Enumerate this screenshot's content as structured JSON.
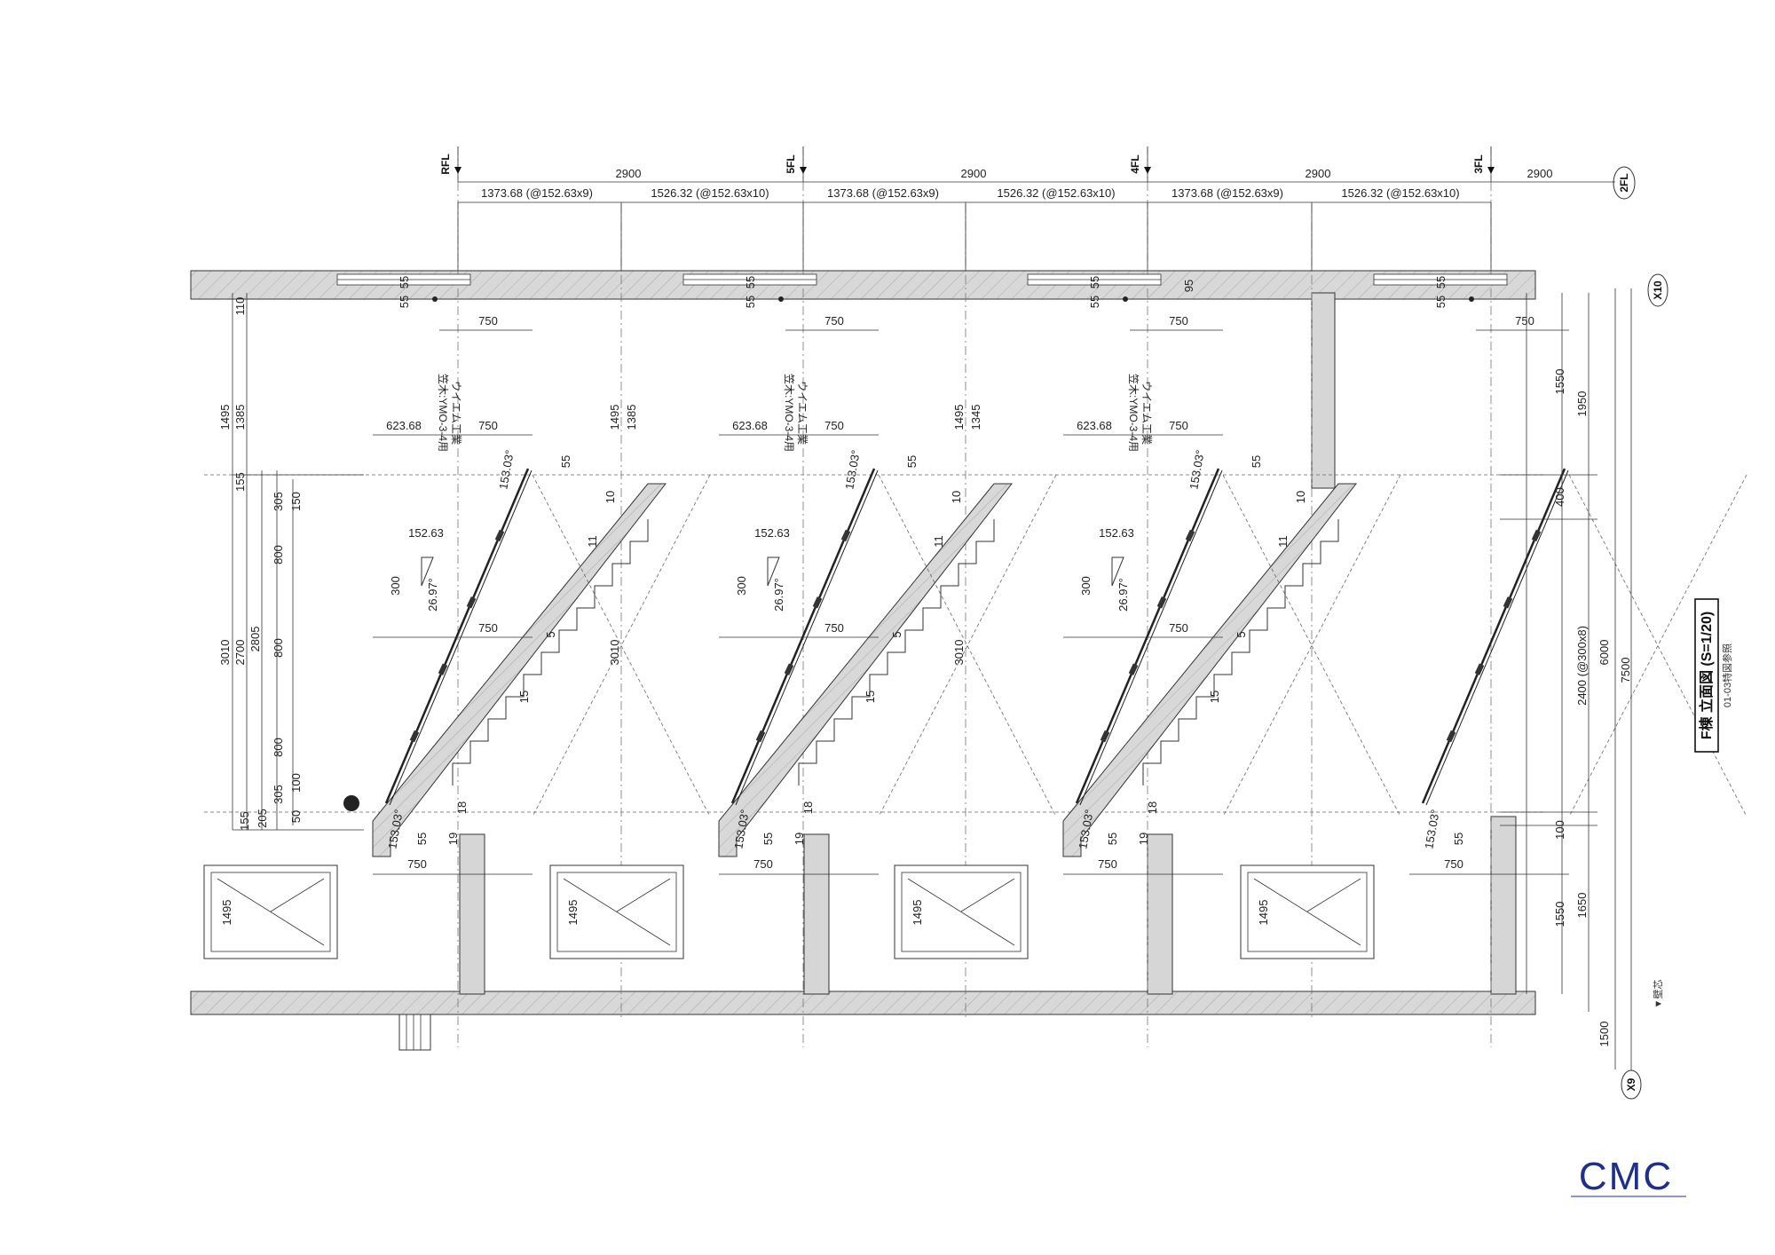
{
  "drawing": {
    "title": "F棟 立面図 (S=1/20)",
    "subtitle": "01-03特図参照",
    "logo_text": "CMC",
    "colors": {
      "line": "#333333",
      "wall_fill": "#d6d6d6",
      "logo": "#1f2f8c"
    }
  },
  "levels": [
    "RFL",
    "5FL",
    "4FL",
    "3FL",
    "2FL"
  ],
  "grid_labels": {
    "top_right": "X10",
    "bottom_right": "X9"
  },
  "top_dims": {
    "spans": [
      "2900",
      "2900",
      "2900",
      "2900"
    ],
    "sub_left": "1373.68 (@152.63x9)",
    "sub_right": "1526.32 (@152.63x10)"
  },
  "flight": {
    "top_offset": "55",
    "tread_run": "750",
    "landing_run": "623.68",
    "riser_dim": "152.63",
    "going_dim": "300",
    "pitch_angle": "26.97°",
    "rail_angle": "153.03°",
    "step_no_top": "11",
    "step_no_mid": "15",
    "step_no_bot": "18",
    "step_no_base": "19",
    "step_no_gap": "10",
    "step_no_hidden": "5",
    "rail_note": "笠木:YMO-3-4用",
    "rail_maker": "ウイエム工業"
  },
  "left_dims": {
    "total": "3010",
    "a": "2700",
    "b": "2805",
    "upper": "1495",
    "upper_b": "1385",
    "top_gap": "110",
    "band": "155",
    "seg_305": "305",
    "seg_150": "150",
    "seg_800": "800",
    "seg_100": "100",
    "seg_50": "50",
    "seg_205": "205",
    "win_h": "1495",
    "mid_1345": "1345",
    "mid_95": "95"
  },
  "right_dims": {
    "r1550a": "1550",
    "r1950": "1950",
    "r400": "400",
    "r2400": "2400 (@300x8)",
    "r6000": "6000",
    "r7500": "7500",
    "r100": "100",
    "r1550b": "1550",
    "r1650": "1650",
    "r1500": "1500",
    "floor_note": "▼壁芯"
  }
}
